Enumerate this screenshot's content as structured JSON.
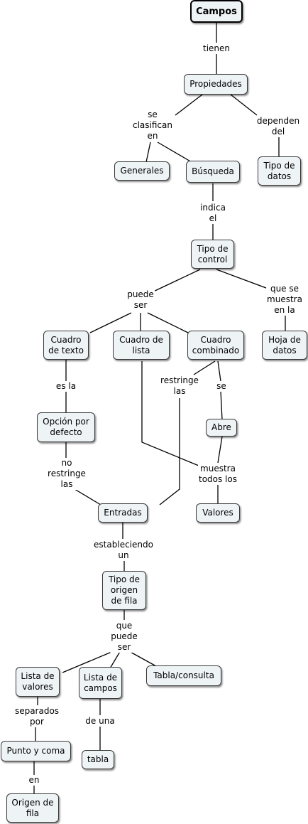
{
  "nodes": {
    "campos": "Campos",
    "propiedades": "Propiedades",
    "generales": "Generales",
    "busqueda": "Búsqueda",
    "tipo_datos": "Tipo de\ndatos",
    "tipo_control": "Tipo de\ncontrol",
    "cuadro_texto": "Cuadro\nde texto",
    "cuadro_lista": "Cuadro de\nlista",
    "cuadro_combinado": "Cuadro\ncombinado",
    "hoja_datos": "Hoja de\ndatos",
    "opcion_defecto": "Opción por\ndefecto",
    "abre": "Abre",
    "entradas": "Entradas",
    "valores": "Valores",
    "tipo_origen": "Tipo de\norigen\nde fila",
    "lista_valores": "Lista de\nvalores",
    "lista_campos": "Lista de\ncampos",
    "tabla_consulta": "Tabla/consulta",
    "punto_coma": "Punto y coma",
    "tabla": "tabla",
    "origen_fila": "Origen de\nfila"
  },
  "links": {
    "tienen": "tienen",
    "se_clasifican_en": "se\nclasifican\nen",
    "dependen_del": "dependen\ndel",
    "indica_el": "indica\nel",
    "puede_ser": "puede\nser",
    "que_se_muestra_en_la": "que se\nmuestra\nen la",
    "es_la": "es la",
    "restringe_las": "restringe\nlas",
    "se": "se",
    "no_restringe_las": "no\nrestringe\nlas",
    "muestra_todos_los": "muestra\ntodos los",
    "estableciendo_un": "estableciendo\nun",
    "que_puede_ser": "que\npuede\nser",
    "separados_por": "separados\npor",
    "de_una": "de una",
    "en": "en"
  }
}
